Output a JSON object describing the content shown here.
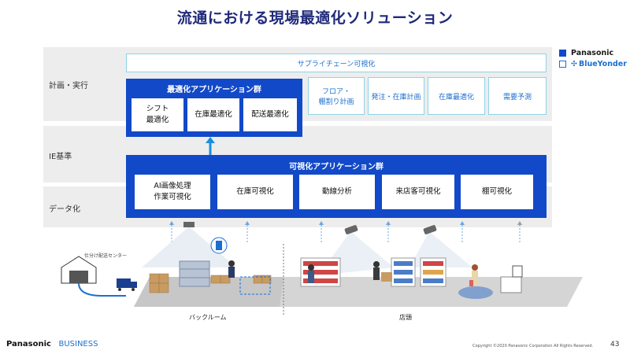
{
  "title": "流通における現場最適化ソリューション",
  "legend": [
    {
      "label": "Panasonic",
      "color": "#1249c8"
    },
    {
      "label": "BlueYonder",
      "color": "#1c6fd0"
    }
  ],
  "rows": [
    "計画・実行",
    "IE基準",
    "データ化"
  ],
  "supply_chain": "サプライチェーン可視化",
  "optimization_group": {
    "title": "最適化アプリケーション群",
    "items": [
      "シフト\n最適化",
      "在庫最適化",
      "配送最適化"
    ]
  },
  "blueyonder_apps": [
    "フロア・\n棚割り計画",
    "発注・在庫計画",
    "在庫最適化",
    "需要予測"
  ],
  "visualization_group": {
    "title": "可視化アプリケーション群",
    "items": [
      "AI画像処理\n作業可視化",
      "在庫可視化",
      "動線分析",
      "来店客可視化",
      "棚可視化"
    ]
  },
  "scene": {
    "warehouse_label": "仕分け配送センター",
    "backroom_label": "バックルーム",
    "store_label": "店頭"
  },
  "footer": {
    "brand": "Panasonic",
    "brand_sub": "BUSINESS",
    "copyright": "Copyright ©2020 Panasonic Corporation All Rights Reserved.",
    "page": "43"
  }
}
